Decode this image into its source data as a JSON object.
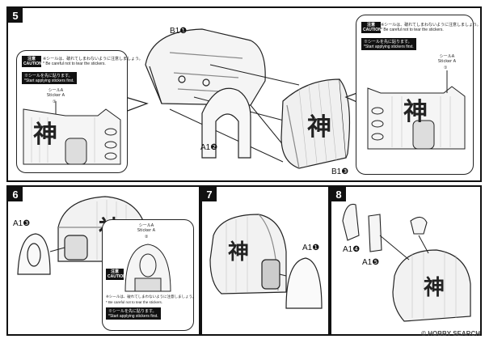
{
  "steps": {
    "s5": {
      "number": "5",
      "part_b1_top": "B1❶",
      "part_a1": "A1❷",
      "part_b1_bottom": "B1❸",
      "left_callout": {
        "caution": "注意 CAUTION",
        "jp": "※シールは、破れてしまわないように注意しましょう。",
        "en": "* Be careful not to tear the stickers.",
        "bar": "※シールを先に貼ります。",
        "bar_en": "*Start applying stickers first.",
        "sticker": "シールA Sticker A",
        "num": "①"
      },
      "right_callout": {
        "caution": "注意 CAUTION",
        "jp": "※シールは、破れてしまわないように注意しましょう。",
        "en": "* Be careful not to tear the stickers.",
        "bar": "※シールを先に貼ります。",
        "bar_en": "*Start applying stickers first.",
        "sticker": "シールA Sticker A",
        "num": "①"
      }
    },
    "s6": {
      "number": "6",
      "part": "A1❸",
      "sticker": "シールA Sticker A",
      "num": "②",
      "caution": "注意 CAUTION",
      "jp": "※シールは、破れてしまわないように注意しましょう。",
      "en": "* Be careful not to tear the stickers.",
      "bar": "※シールを先に貼ります。",
      "bar_en": "*Start applying stickers first."
    },
    "s7": {
      "number": "7",
      "part": "A1❶"
    },
    "s8": {
      "number": "8",
      "part1": "A1❹",
      "part2": "A1❺"
    }
  },
  "kanji": "神",
  "watermark": "© HOBBY SEARCH"
}
